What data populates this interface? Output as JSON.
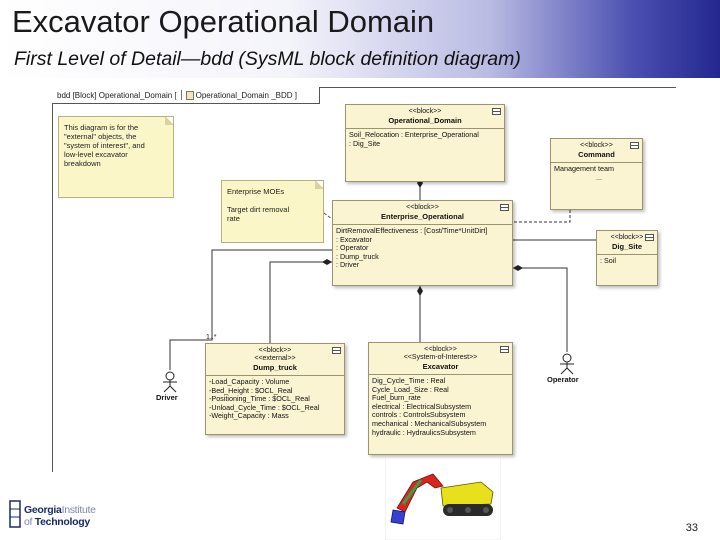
{
  "slide": {
    "title": "Excavator Operational Domain",
    "subtitle": "First Level of Detail—bdd (SysML block definition diagram)",
    "page_number": "33"
  },
  "frame": {
    "label": "bdd [Block] Operational_Domain [",
    "diagram_tab": "Operational_Domain _BDD ]"
  },
  "notes": {
    "description": [
      "This diagram is for the",
      "\"external\" objects, the",
      "\"system of interest\", and",
      "low-level excavator",
      "breakdown"
    ],
    "moe": [
      "Enterprise MOEs",
      "",
      " Target dirt removal",
      "rate"
    ]
  },
  "blocks": {
    "operational_domain": {
      "stereotype": "<<block>>",
      "name": "Operational_Domain",
      "attributes": [
        "Soil_Relocation : Enterprise_Operational",
        ": Dig_Site"
      ]
    },
    "command": {
      "stereotype": "<<block>>",
      "name": "Command",
      "attributes": [
        "Management team",
        "..."
      ]
    },
    "enterprise_operational": {
      "stereotype": "<<block>>",
      "name": "Enterprise_Operational",
      "attributes": [
        "DirtRemovalEffectiveness : [Cost/Time*UnitDirt]",
        ": Excavator",
        ": Operator",
        ": Dump_truck",
        ": Driver"
      ]
    },
    "dig_site": {
      "stereotype": "<<block>>",
      "name": "Dig_Site",
      "attributes": [
        ": Soil"
      ]
    },
    "dump_truck": {
      "stereotype": "<<block>>",
      "stereotype2": "<<external>>",
      "name": "Dump_truck",
      "attributes": [
        "-Load_Capacity : Volume",
        "-Bed_Height : $OCL_Real",
        "-Positioning_Time : $OCL_Real",
        "-Unload_Cycle_Time : $OCL_Real",
        "-Weight_Capacity : Mass"
      ]
    },
    "excavator": {
      "stereotype": "<<block>>",
      "stereotype2": "<<System-of-Interest>>",
      "name": "Excavator",
      "attributes": [
        "Dig_Cycle_Time : Real",
        "Cycle_Load_Size : Real",
        "Fuel_burn_rate",
        "electrical : ElectricalSubsystem",
        "controls : ControlsSubsystem",
        "mechanical : MechanicalSubsystem",
        "hydraulic : HydraulicsSubsystem"
      ]
    }
  },
  "actors": {
    "driver": "Driver",
    "operator": "Operator"
  },
  "multiplicity": "1..*",
  "logo": {
    "line1_bold": "Georgia",
    "line1_light": "Institute",
    "line2_light": "of ",
    "line2_bold": "Technology"
  },
  "colors": {
    "block_fill": "#faf4d2",
    "note_fill": "#fbf6c8",
    "header_blue": "#23288f"
  }
}
